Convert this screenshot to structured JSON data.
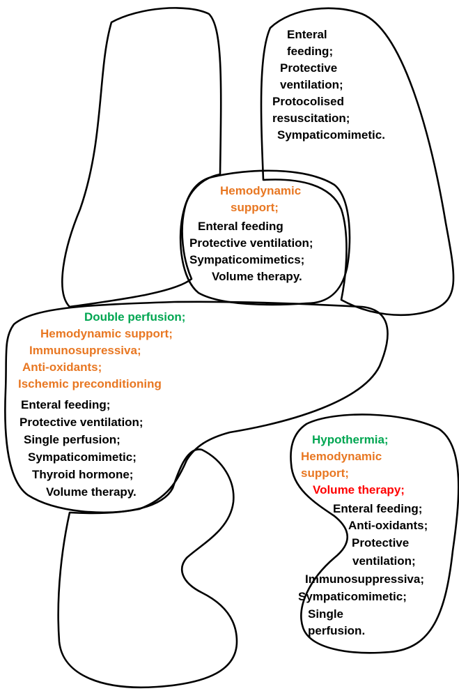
{
  "colors": {
    "green": "#00a651",
    "orange": "#e87722",
    "red": "#ff0000",
    "black": "#000000"
  },
  "regions": {
    "top_right": {
      "lines": [
        {
          "text": "Enteral",
          "color": "black"
        },
        {
          "text": "feeding;",
          "color": "black"
        },
        {
          "text": "Protective",
          "color": "black"
        },
        {
          "text": "ventilation;",
          "color": "black"
        },
        {
          "text": "Protocolised",
          "color": "black"
        },
        {
          "text": "resuscitation;",
          "color": "black"
        },
        {
          "text": "Sympaticomimetic.",
          "color": "black"
        }
      ]
    },
    "center": {
      "lines": [
        {
          "text": "Hemodynamic",
          "color": "orange"
        },
        {
          "text": "support;",
          "color": "orange"
        },
        {
          "text": "Enteral feeding",
          "color": "black"
        },
        {
          "text": "Protective ventilation;",
          "color": "black"
        },
        {
          "text": "Sympaticomimetics;",
          "color": "black"
        },
        {
          "text": "Volume therapy.",
          "color": "black"
        }
      ]
    },
    "left": {
      "lines": [
        {
          "text": "Double perfusion;",
          "color": "green"
        },
        {
          "text": "Hemodynamic support;",
          "color": "orange"
        },
        {
          "text": "Immunosupressiva;",
          "color": "orange"
        },
        {
          "text": "Anti-oxidants;",
          "color": "orange"
        },
        {
          "text": "Ischemic preconditioning",
          "color": "orange"
        },
        {
          "text": "Enteral feeding;",
          "color": "black"
        },
        {
          "text": "Protective ventilation;",
          "color": "black"
        },
        {
          "text": "Single perfusion;",
          "color": "black"
        },
        {
          "text": "Sympaticomimetic;",
          "color": "black"
        },
        {
          "text": "Thyroid hormone;",
          "color": "black"
        },
        {
          "text": "Volume therapy.",
          "color": "black"
        }
      ]
    },
    "bottom_right": {
      "lines": [
        {
          "text": "Hypothermia;",
          "color": "green"
        },
        {
          "text": "Hemodynamic",
          "color": "orange"
        },
        {
          "text": "support;",
          "color": "orange"
        },
        {
          "text": "Volume therapy;",
          "color": "red"
        },
        {
          "text": "Enteral feeding;",
          "color": "black"
        },
        {
          "text": "Anti-oxidants;",
          "color": "black"
        },
        {
          "text": "Protective",
          "color": "black"
        },
        {
          "text": "ventilation;",
          "color": "black"
        },
        {
          "text": "Immunosuppressiva;",
          "color": "black"
        },
        {
          "text": "Sympaticomimetic;",
          "color": "black"
        },
        {
          "text": "Single",
          "color": "black"
        },
        {
          "text": "perfusion.",
          "color": "black"
        }
      ]
    }
  }
}
